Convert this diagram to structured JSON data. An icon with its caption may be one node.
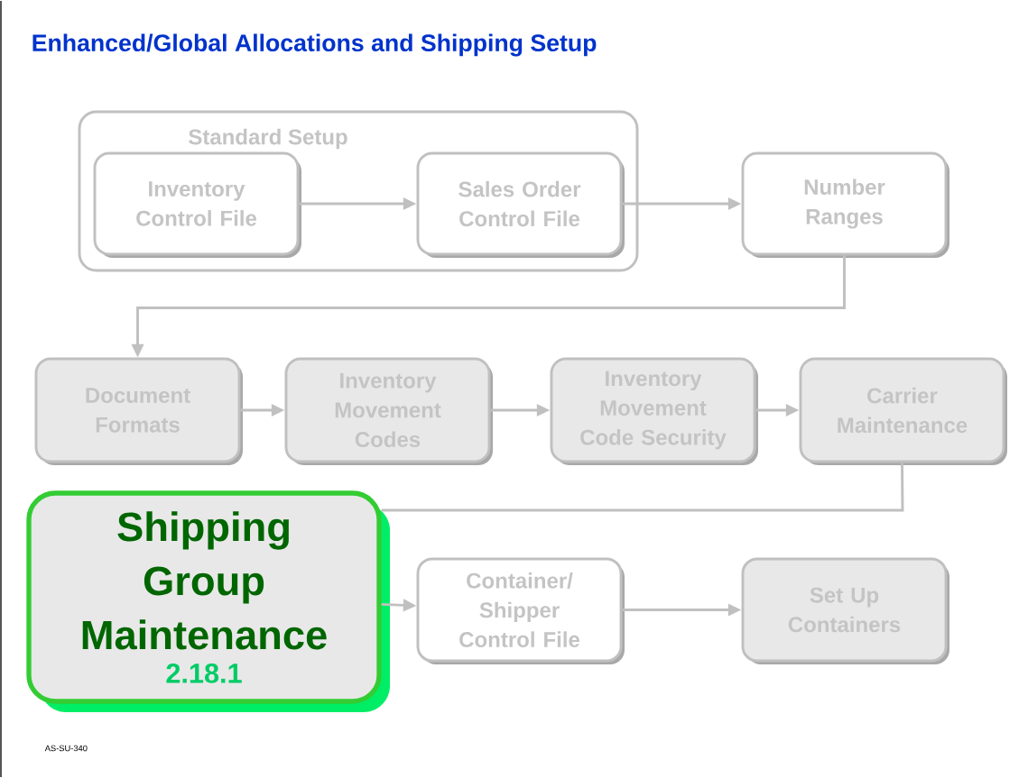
{
  "diagram": {
    "title": "Enhanced/Global Allocations and Shipping Setup",
    "nodes": [
      {
        "text": [
          "Standard Setup"
        ]
      },
      {
        "text": [
          "Inventory Control File"
        ],
        "in": 0
      },
      {
        "text": [
          "Sales Order Control File"
        ],
        "in": 0
      },
      {
        "text": [
          "Number Ranges"
        ]
      },
      {
        "text": [
          "Document Formats"
        ]
      },
      {
        "text": [
          "Inventory Movement Codes"
        ]
      },
      {
        "text": [
          "Inventory Movement Code Security"
        ]
      },
      {
        "text": [
          "Carrier Maintenance"
        ]
      },
      {
        "text": [
          "Shipping Group Maintenance",
          "2.18.1"
        ]
      },
      {
        "text": [
          "Container/ Shipper Control File"
        ]
      },
      {
        "text": [
          "Set Up Containers"
        ]
      }
    ],
    "edges": [
      {
        "from": 1,
        "to": 2,
        "arrow": "to"
      },
      {
        "from": 2,
        "to": 3,
        "arrow": "to"
      },
      {
        "from": 3,
        "to": 4,
        "arrow": "to"
      },
      {
        "from": 4,
        "to": 5,
        "arrow": "to"
      },
      {
        "from": 5,
        "to": 6,
        "arrow": "to"
      },
      {
        "from": 6,
        "to": 7,
        "arrow": "to"
      },
      {
        "from": 7,
        "to": 8,
        "arrow": "none"
      },
      {
        "from": 8,
        "to": 9,
        "arrow": "to"
      },
      {
        "from": 9,
        "to": 10,
        "arrow": "to"
      }
    ],
    "labels": [
      "AS-SU-340"
    ]
  }
}
